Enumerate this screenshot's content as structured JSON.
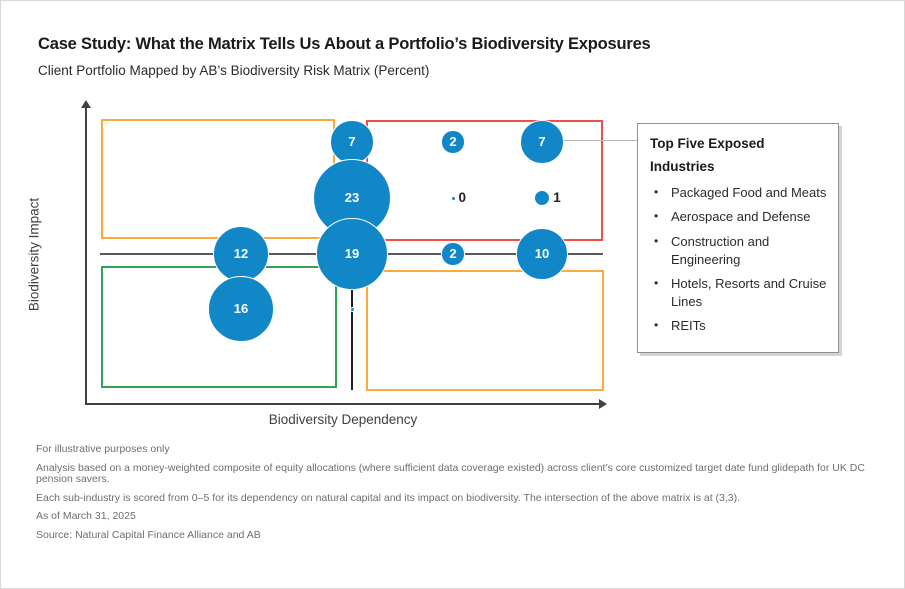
{
  "colors": {
    "blue": "#1287C8",
    "red": "#EF5148",
    "orange": "#FAAB3C",
    "green": "#2FA351",
    "axis": "#414042"
  },
  "chart_data": {
    "type": "bubble",
    "title": "Case Study: What the Matrix Tells Us About a Portfolio’s Biodiversity Exposures",
    "subtitle": "Client Portfolio Mapped by AB’s Biodiversity Risk Matrix (Percent)",
    "xlabel": "Biodiversity Dependency",
    "ylabel": "Biodiversity Impact",
    "x_range": [
      0,
      5
    ],
    "y_range": [
      0,
      5
    ],
    "matrix_intersection": [
      3,
      3
    ],
    "grid_on": false,
    "points": [
      {
        "x": 3,
        "y": 5,
        "value": 7,
        "label": "7",
        "label_outside": false
      },
      {
        "x": 4,
        "y": 5,
        "value": 2,
        "label": "2",
        "label_outside": false
      },
      {
        "x": 5,
        "y": 5,
        "value": 7,
        "label": "7",
        "label_outside": false
      },
      {
        "x": 3,
        "y": 4,
        "value": 23,
        "label": "23",
        "label_outside": false
      },
      {
        "x": 4,
        "y": 4,
        "value": 0,
        "label": "0",
        "label_outside": true
      },
      {
        "x": 5,
        "y": 4,
        "value": 1,
        "label": "1",
        "label_outside": true
      },
      {
        "x": 2,
        "y": 3,
        "value": 12,
        "label": "12",
        "label_outside": false
      },
      {
        "x": 3,
        "y": 3,
        "value": 19,
        "label": "19",
        "label_outside": false
      },
      {
        "x": 4,
        "y": 3,
        "value": 2,
        "label": "2",
        "label_outside": false
      },
      {
        "x": 5,
        "y": 3,
        "value": 10,
        "label": "10",
        "label_outside": false
      },
      {
        "x": 2,
        "y": 2,
        "value": 16,
        "label": "16",
        "label_outside": false
      },
      {
        "x": 3,
        "y": 2,
        "value": 0,
        "label": "",
        "label_outside": false
      }
    ],
    "quadrant_colors": {
      "top_left": "#FAAB3C",
      "top_right": "#EF5148",
      "bottom_left": "#2FA351",
      "bottom_right": "#FAAB3C"
    }
  },
  "legend_panel": {
    "title": "Top Five Exposed Industries",
    "items": [
      "Packaged Food and Meats",
      "Aerospace and Defense",
      "Construction and Engineering",
      "Hotels, Resorts and Cruise Lines",
      "REITs"
    ]
  },
  "footnotes": [
    "For illustrative purposes only",
    "Analysis based on a money-weighted composite of equity allocations (where sufficient data coverage existed) across client’s core customized target date fund glidepath for UK DC pension savers.",
    "Each sub-industry is scored from 0–5 for its dependency on natural capital and its impact on biodiversity. The intersection of the above matrix is at (3,3).",
    "As of March 31, 2025",
    "Source: Natural Capital Finance Alliance and AB"
  ]
}
